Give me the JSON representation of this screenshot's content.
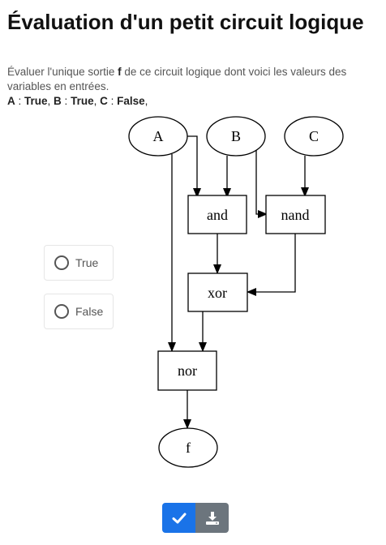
{
  "title": "Évaluation d'un petit circuit logique",
  "instructions": {
    "text_before": "Évaluer l'unique sortie ",
    "output_var": "f",
    "text_after": " de ce circuit logique dont voici les valeurs des variables en entrées.",
    "assignments": [
      {
        "name": "A",
        "sep": " : ",
        "value": "True",
        "end": ", "
      },
      {
        "name": "B",
        "sep": " : ",
        "value": "True",
        "end": ", "
      },
      {
        "name": "C",
        "sep": " : ",
        "value": "False",
        "end": ","
      }
    ]
  },
  "circuit": {
    "inputs": [
      "A",
      "B",
      "C"
    ],
    "gates": [
      "and",
      "nand",
      "xor",
      "nor"
    ],
    "output": "f"
  },
  "options": [
    {
      "label": "True"
    },
    {
      "label": "False"
    }
  ],
  "actions": {
    "check_icon": "check-icon",
    "download_icon": "download-icon"
  },
  "colors": {
    "primary": "#1a73e8",
    "secondary": "#6c757d"
  }
}
